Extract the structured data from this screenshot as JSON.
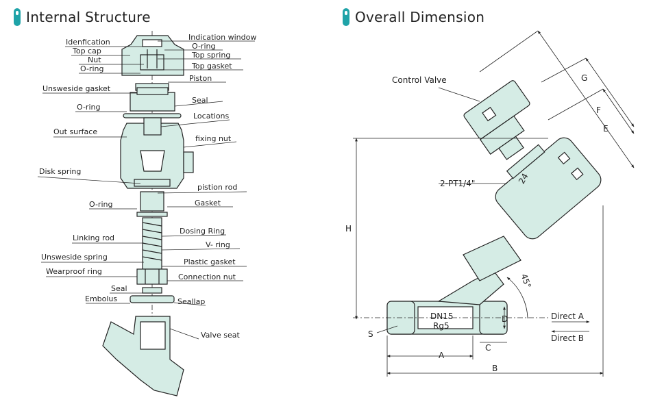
{
  "headers": {
    "internal": "Internal Structure",
    "overall": "Overall Dimension"
  },
  "colors": {
    "body_fill": "#d5ece5",
    "accent": "#1fa3a8",
    "line": "#222222"
  },
  "left_labels": [
    "Idenfication",
    "Top cap",
    "Nut",
    "O-ring",
    "Unsweside gasket",
    "O-ring",
    "Out surface",
    "Disk spring",
    "O-ring",
    "Linking rod",
    "Unsweside spring",
    "Wearproof ring",
    "Seal",
    "Embolus"
  ],
  "right_labels": [
    "Indication window",
    "O-ring",
    "Top spring",
    "Top gasket",
    "Piston",
    "Seal",
    "Locations",
    "fixing nut",
    "pistion rod",
    "Gasket",
    "Dosing Ring",
    "V- ring",
    "Plastic gasket",
    "Connection nut",
    "Seallap",
    "Valve seat"
  ],
  "dimension": {
    "control_valve": "Control Valve",
    "port": "2-PT1/4\"",
    "angle": "45°",
    "dn": "DN15",
    "rg": "Rg5",
    "direct_a": "Direct A",
    "direct_b": "Direct B",
    "dim_letters": {
      "G": "G",
      "F": "F",
      "E": "E",
      "H": "H",
      "D": "D",
      "S": "S",
      "A": "A",
      "B": "B",
      "C": "C",
      "wrench": "24"
    }
  }
}
